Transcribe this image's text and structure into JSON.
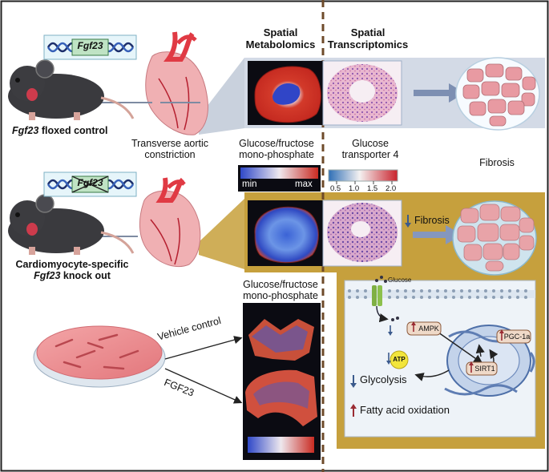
{
  "headers": {
    "spatial_metabolomics": [
      "Spatial",
      "Metabolomics"
    ],
    "spatial_transcriptomics": [
      "Spatial",
      "Transcriptomics"
    ]
  },
  "genes": {
    "fgf23_box": "Fgf23",
    "fgf23_knockout_box": "Fgf23"
  },
  "groups": {
    "control": {
      "gene": "Fgf23",
      "rest": " floxed control"
    },
    "knockout_line1": "Cardiomyocyte-specific",
    "knockout_line2": {
      "gene": "Fgf23",
      "rest": " knock out"
    }
  },
  "labels": {
    "tac": [
      "Transverse aortic",
      "constriction"
    ],
    "metabolite_top": [
      "Glucose/fructose",
      "mono-phosphate"
    ],
    "transporter": [
      "Glucose",
      "transporter 4"
    ],
    "fibrosis_top": "Fibrosis",
    "fibrosis_reduced": "Fibrosis",
    "metabolite_cells": [
      "Glucose/fructose",
      "mono-phosphate"
    ],
    "vehicle": "Vehicle control",
    "fgf23_treatment": "FGF23"
  },
  "colorbars": {
    "metabolomics": {
      "min_label": "min",
      "max_label": "max"
    },
    "transcriptomics": {
      "ticks": [
        "0.5",
        "1.0",
        "1.5",
        "2.0"
      ]
    }
  },
  "pathway": {
    "glucose": "Glucose",
    "ampk": "AMPK",
    "atp": "ATP",
    "pgc1a": "PGC-1a",
    "sirt1": "SIRT1",
    "glycolysis": "Glycolysis",
    "fatty_acid": "Fatty acid oxidation"
  },
  "colors": {
    "panel_gold": "#c8a13b",
    "panel_blue": "#d6dde8",
    "arrow_down": "#3b5a8c",
    "arrow_up": "#9a2b33"
  }
}
